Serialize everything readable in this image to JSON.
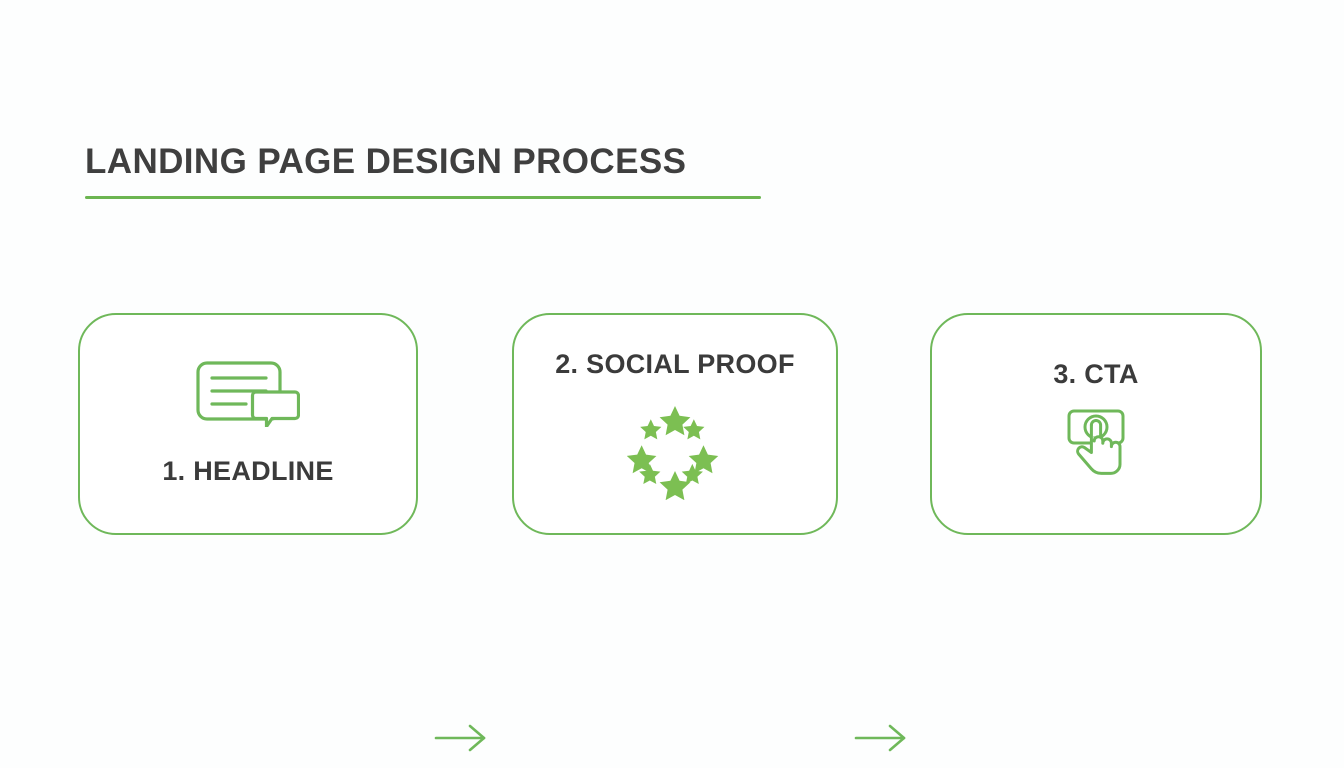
{
  "page": {
    "title": "LANDING PAGE DESIGN PROCESS",
    "background_color": "#fdfefe",
    "accent_color": "#6fb85a",
    "text_color": "#3b3b3b",
    "rule_color": "#6cb551"
  },
  "flow": {
    "steps": [
      {
        "label": "1. HEADLINE",
        "icon": "text-panel-speech-bubble-icon",
        "icon_position": "above-label"
      },
      {
        "label": "2. SOCIAL PROOF",
        "icon": "star-ring-icon",
        "icon_position": "below-label"
      },
      {
        "label": "3. CTA",
        "icon": "hand-click-button-icon",
        "icon_position": "below-label"
      }
    ],
    "connectors": [
      {
        "icon": "arrow-right-icon"
      },
      {
        "icon": "arrow-right-icon"
      }
    ]
  }
}
